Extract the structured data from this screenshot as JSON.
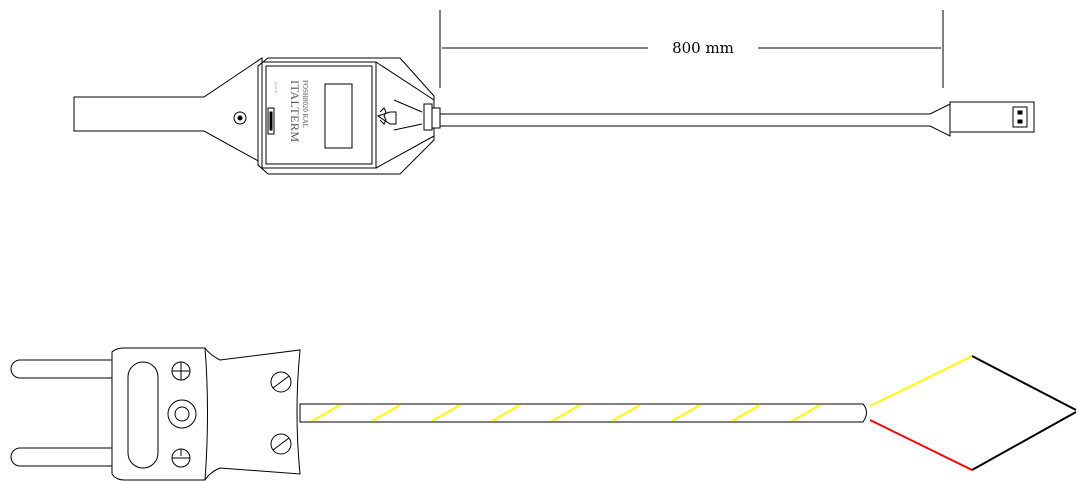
{
  "dimension": {
    "label": "800 mm"
  },
  "instrument": {
    "brand": "ITALTERM",
    "model": "FOSH8020 KAL",
    "tiny_mark": "≈ ≈ ≈"
  },
  "thermocouple": {
    "wire_colors": {
      "positive": "#ffff00",
      "negative": "#ff0000",
      "junction": "#000000"
    },
    "stripe_color": "#ffff00"
  }
}
